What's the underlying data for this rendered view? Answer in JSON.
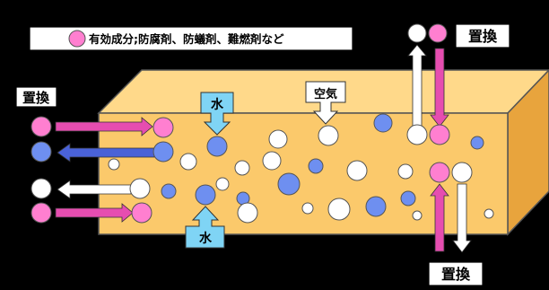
{
  "legend": {
    "text": "有効成分;防腐剤、防蟻剤、難燃剤など"
  },
  "labels": {
    "replace_left": "置換",
    "replace_top_right": "置換",
    "replace_bottom_right": "置換",
    "water_top": "水",
    "water_bottom": "水",
    "air": "空気"
  },
  "colors": {
    "wood_front": "#FBC96B",
    "wood_top": "#FFD98A",
    "wood_side": "#E8A43D",
    "active": "#FF7FD0",
    "water": "#6E8FF0",
    "air": "#FFFFFF",
    "label_box": "#7FD4F5",
    "arrow_magenta": "#E64DB0",
    "arrow_blue": "#4A62D8"
  }
}
